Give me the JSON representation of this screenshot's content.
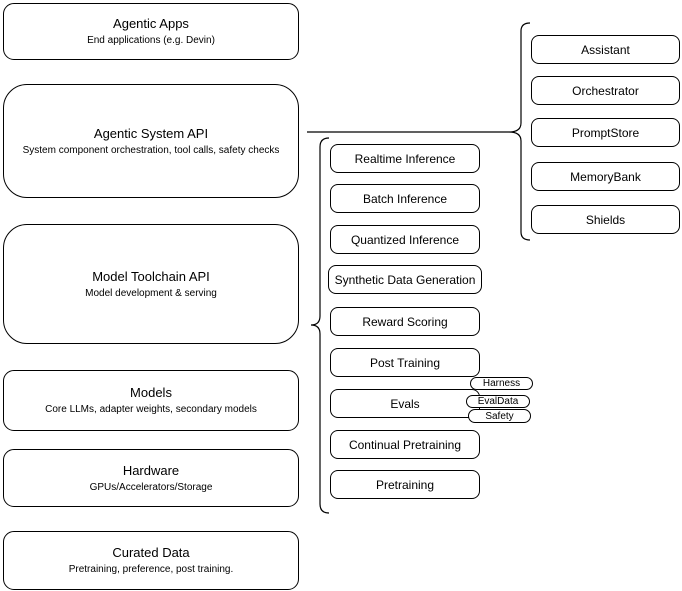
{
  "diagram": {
    "left_stack": {
      "boxes": [
        {
          "title": "Agentic Apps",
          "subtitle": "End applications (e.g. Devin)"
        },
        {
          "title": "Agentic System API",
          "subtitle": "System component orchestration, tool calls, safety checks"
        },
        {
          "title": "Model Toolchain API",
          "subtitle": "Model development & serving"
        },
        {
          "title": "Models",
          "subtitle": "Core LLMs, adapter weights, secondary models"
        },
        {
          "title": "Hardware",
          "subtitle": "GPUs/Accelerators/Storage"
        },
        {
          "title": "Curated Data",
          "subtitle": "Pretraining, preference, post training."
        }
      ]
    },
    "toolchain_services": {
      "items": [
        "Realtime Inference",
        "Batch Inference",
        "Quantized Inference",
        "Synthetic Data Generation",
        "Reward Scoring",
        "Post Training",
        "Evals",
        "Continual Pretraining",
        "Pretraining"
      ],
      "evals_tags": [
        "Harness",
        "EvalData",
        "Safety"
      ]
    },
    "system_components": {
      "items": [
        "Assistant",
        "Orchestrator",
        "PromptStore",
        "MemoryBank",
        "Shields"
      ]
    },
    "colors": {
      "stroke": "#000000",
      "background": "#ffffff",
      "text": "#000000"
    }
  }
}
